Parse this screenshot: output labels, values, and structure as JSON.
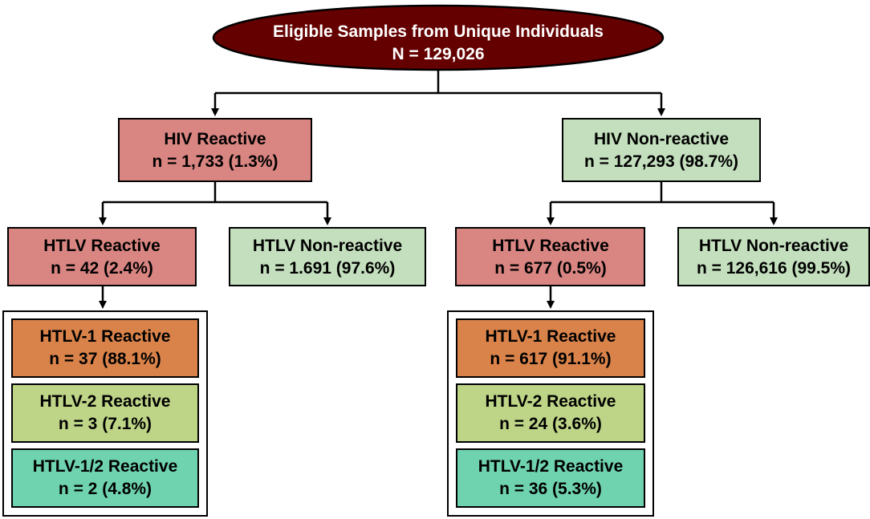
{
  "root": {
    "line1": "Eligible Samples from Unique Individuals",
    "line2": "N = 129,026"
  },
  "hiv_reactive": {
    "title": "HIV Reactive",
    "count": "n = 1,733 (1.3%)",
    "htlv_reactive": {
      "title": "HTLV Reactive",
      "count": "n = 42 (2.4%)"
    },
    "htlv_nonreactive": {
      "title": "HTLV Non-reactive",
      "count": "n = 1.691 (97.6%)"
    },
    "subtypes": [
      {
        "title": "HTLV-1 Reactive",
        "count": "n = 37 (88.1%)"
      },
      {
        "title": "HTLV-2 Reactive",
        "count": "n = 3 (7.1%)"
      },
      {
        "title": "HTLV-1/2 Reactive",
        "count": "n = 2 (4.8%)"
      }
    ]
  },
  "hiv_nonreactive": {
    "title": "HIV Non-reactive",
    "count": "n = 127,293 (98.7%)",
    "htlv_reactive": {
      "title": "HTLV Reactive",
      "count": "n = 677 (0.5%)"
    },
    "htlv_nonreactive": {
      "title": "HTLV Non-reactive",
      "count": "n = 126,616 (99.5%)"
    },
    "subtypes": [
      {
        "title": "HTLV-1 Reactive",
        "count": "n = 617 (91.1%)"
      },
      {
        "title": "HTLV-2 Reactive",
        "count": "n = 24 (3.6%)"
      },
      {
        "title": "HTLV-1/2 Reactive",
        "count": "n = 36 (5.3%)"
      }
    ]
  },
  "colors": {
    "root_fill": "#650000",
    "reactive_fill": "#d98581",
    "nonreactive_fill": "#c4dfbe",
    "htlv1_fill": "#d9834a",
    "htlv2_fill": "#bed487",
    "htlv12_fill": "#6fd3b0",
    "stroke": "#000000"
  }
}
